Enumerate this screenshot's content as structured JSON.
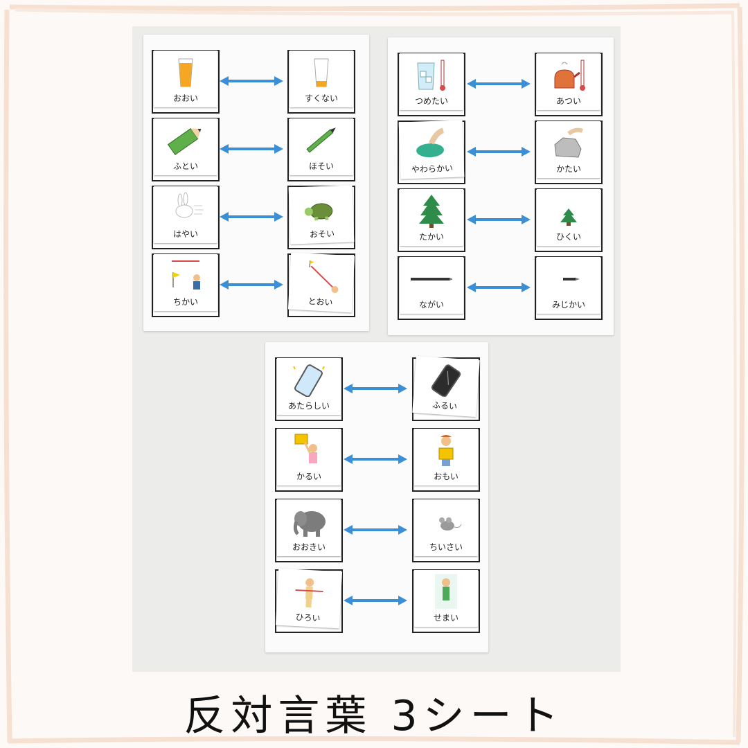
{
  "caption": "反対言葉 3シート",
  "colors": {
    "arrow": "#3b8fd6",
    "frame": "#f6e2d6",
    "sheet": "#fbfbfb",
    "wall": "#ececea"
  },
  "sheets": [
    {
      "pairs": [
        {
          "left": {
            "label": "おおい",
            "icon": "full-juice-glass-icon"
          },
          "right": {
            "label": "すくない",
            "icon": "low-juice-glass-icon"
          }
        },
        {
          "left": {
            "label": "ふとい",
            "icon": "thick-pencil-icon"
          },
          "right": {
            "label": "ほそい",
            "icon": "thin-pencil-icon"
          }
        },
        {
          "left": {
            "label": "はやい",
            "icon": "running-rabbit-icon"
          },
          "right": {
            "label": "おそい",
            "icon": "turtle-icon"
          }
        },
        {
          "left": {
            "label": "ちかい",
            "icon": "near-flag-icon"
          },
          "right": {
            "label": "とおい",
            "icon": "far-flag-icon"
          }
        }
      ]
    },
    {
      "pairs": [
        {
          "left": {
            "label": "つめたい",
            "icon": "ice-water-icon"
          },
          "right": {
            "label": "あつい",
            "icon": "hot-kettle-icon"
          }
        },
        {
          "left": {
            "label": "やわらかい",
            "icon": "soft-clay-icon"
          },
          "right": {
            "label": "かたい",
            "icon": "hard-rock-icon"
          }
        },
        {
          "left": {
            "label": "たかい",
            "icon": "tall-tree-icon"
          },
          "right": {
            "label": "ひくい",
            "icon": "short-tree-icon"
          }
        },
        {
          "left": {
            "label": "ながい",
            "icon": "long-pen-icon"
          },
          "right": {
            "label": "みじかい",
            "icon": "short-pen-icon"
          }
        }
      ]
    },
    {
      "pairs": [
        {
          "left": {
            "label": "あたらしい",
            "icon": "new-phone-icon"
          },
          "right": {
            "label": "ふるい",
            "icon": "old-phone-icon"
          }
        },
        {
          "left": {
            "label": "かるい",
            "icon": "light-box-icon"
          },
          "right": {
            "label": "おもい",
            "icon": "heavy-box-icon"
          }
        },
        {
          "left": {
            "label": "おおきい",
            "icon": "elephant-icon"
          },
          "right": {
            "label": "ちいさい",
            "icon": "mouse-icon"
          }
        },
        {
          "left": {
            "label": "ひろい",
            "icon": "wide-person-icon"
          },
          "right": {
            "label": "せまい",
            "icon": "narrow-person-icon"
          }
        }
      ]
    }
  ]
}
